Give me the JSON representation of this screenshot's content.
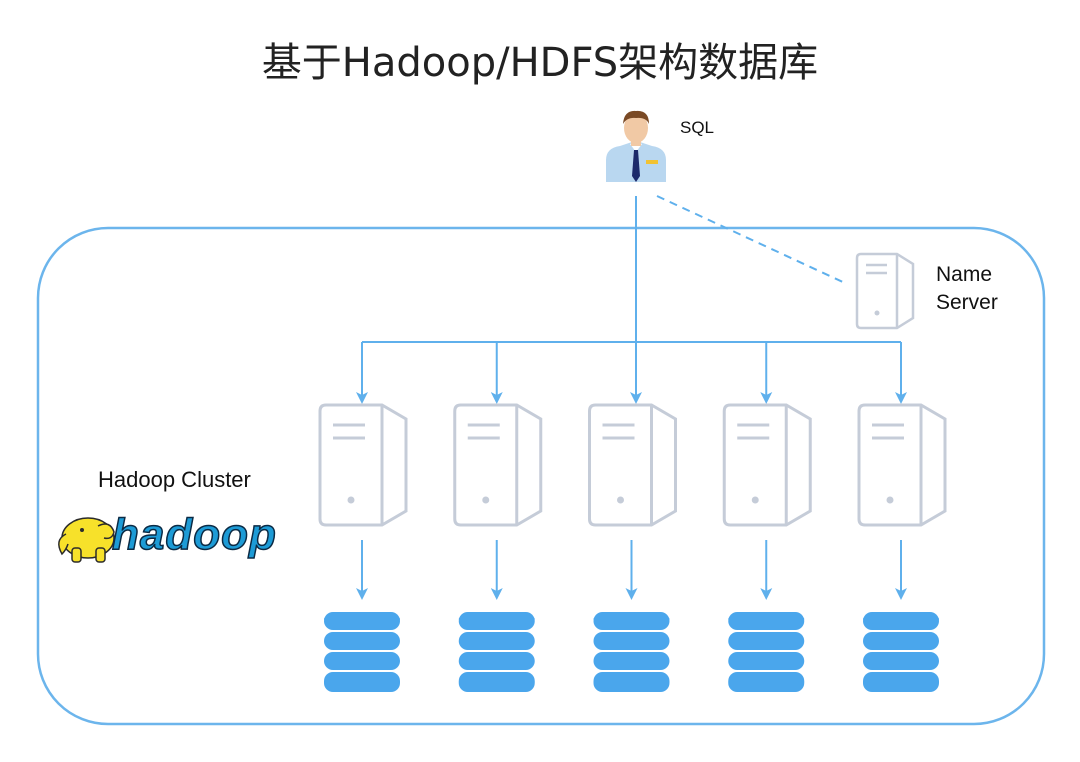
{
  "title": "基于Hadoop/HDFS架构数据库",
  "sql_label": "SQL",
  "name_server_label": [
    "Name",
    "Server"
  ],
  "cluster_label": "Hadoop Cluster",
  "logo_text": "hadoop",
  "data_node_count": 5,
  "colors": {
    "line": "#5fb0ec",
    "frame": "#6cb5ec",
    "server": "#c5ccd8",
    "database": "#4aa6ec",
    "logo_blue": "#1d9bd6",
    "logo_yellow": "#f7e12a"
  },
  "icons": {
    "user": "user-icon",
    "name_server": "server-icon",
    "data_server": "server-icon",
    "database": "database-icon",
    "logo": "hadoop-elephant-logo"
  }
}
